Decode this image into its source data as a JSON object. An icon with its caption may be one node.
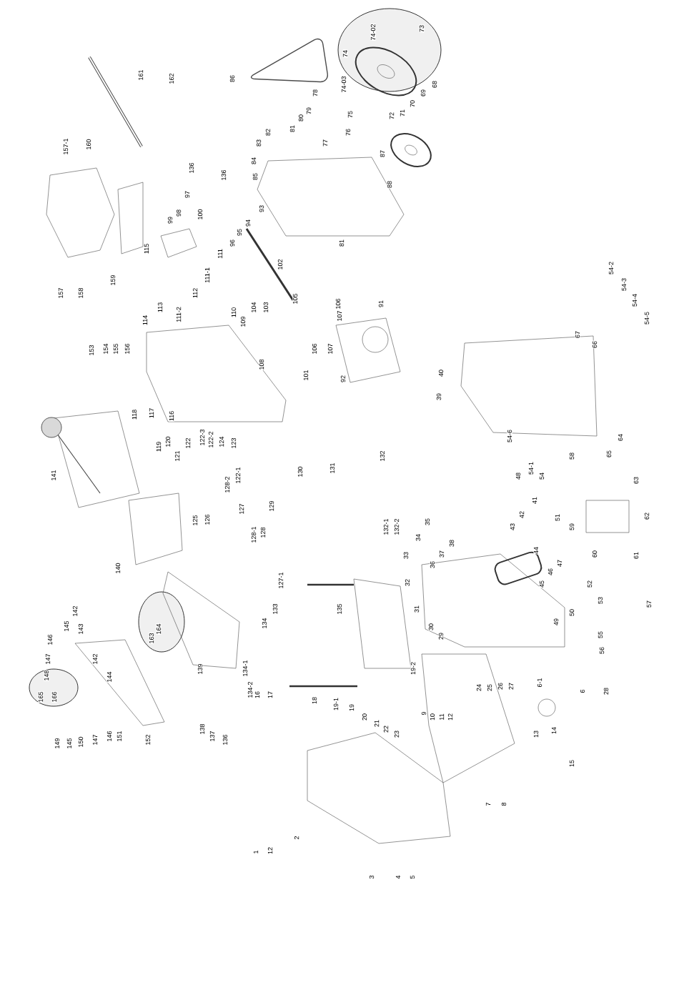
{
  "diagram": {
    "labels": [
      "161",
      "162",
      "86",
      "74-02",
      "73",
      "74",
      "74-03",
      "78",
      "79",
      "80",
      "75",
      "76",
      "77",
      "82",
      "81",
      "83",
      "84",
      "85",
      "72",
      "71",
      "70",
      "69",
      "68",
      "87",
      "88",
      "81",
      "157-1",
      "160",
      "136",
      "136",
      "97",
      "98",
      "99",
      "100",
      "93",
      "94",
      "95",
      "96",
      "115",
      "111",
      "111-1",
      "102",
      "157",
      "158",
      "159",
      "112",
      "113",
      "114",
      "111-2",
      "110",
      "109",
      "104",
      "103",
      "105",
      "106",
      "107",
      "106",
      "107",
      "101",
      "108",
      "91",
      "92",
      "54-2",
      "54-3",
      "54-4",
      "54-5",
      "67",
      "66",
      "39",
      "40",
      "153",
      "154",
      "155",
      "156",
      "118",
      "117",
      "116",
      "141",
      "119",
      "120",
      "121",
      "122",
      "122-3",
      "122-2",
      "124",
      "123",
      "122-1",
      "128-2",
      "125",
      "126",
      "127",
      "128-1",
      "128",
      "129",
      "130",
      "131",
      "132",
      "132-1",
      "132-2",
      "54-6",
      "48",
      "54-1",
      "54",
      "58",
      "65",
      "64",
      "63",
      "62",
      "59",
      "60",
      "61",
      "42",
      "41",
      "51",
      "43",
      "35",
      "34",
      "33",
      "36",
      "37",
      "38",
      "32",
      "44",
      "45",
      "46",
      "47",
      "31",
      "30",
      "29",
      "49",
      "50",
      "52",
      "53",
      "57",
      "55",
      "56",
      "140",
      "127-1",
      "133",
      "134",
      "135",
      "164",
      "163",
      "142",
      "145",
      "143",
      "146",
      "147",
      "148",
      "165",
      "166",
      "142",
      "144",
      "139",
      "134-1",
      "134-2",
      "16",
      "17",
      "18",
      "19-1",
      "19",
      "20",
      "21",
      "22",
      "23",
      "9",
      "10",
      "11",
      "12",
      "19-2",
      "24",
      "25",
      "26",
      "27",
      "6-1",
      "6",
      "28",
      "13",
      "14",
      "15",
      "149",
      "145",
      "150",
      "147",
      "146",
      "151",
      "152",
      "138",
      "137",
      "136",
      "7",
      "8",
      "1",
      "12",
      "2",
      "3",
      "4",
      "5"
    ]
  }
}
